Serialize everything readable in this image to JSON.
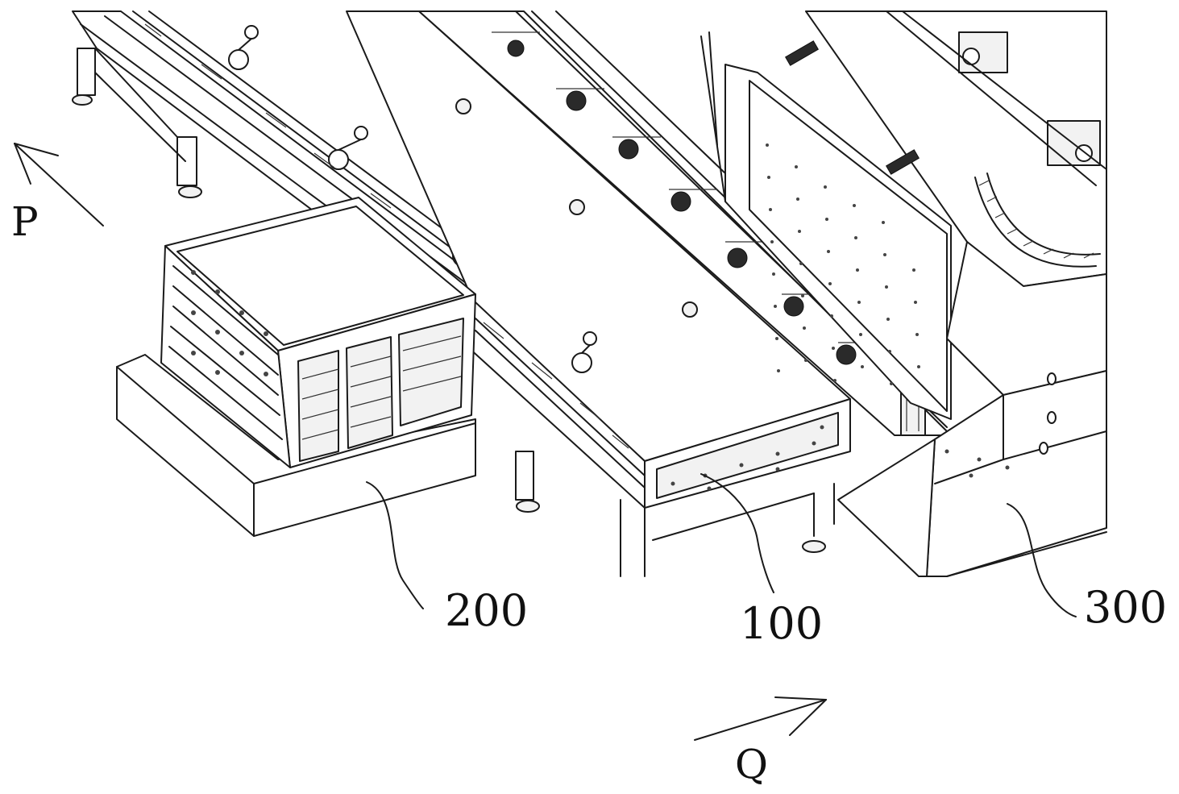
{
  "labels": {
    "cassette": "200",
    "conveyor": "100",
    "machine": "300"
  },
  "directions": {
    "p": "P",
    "q": "Q"
  },
  "colors": {
    "line": "#1a1a1a",
    "background": "#ffffff"
  }
}
